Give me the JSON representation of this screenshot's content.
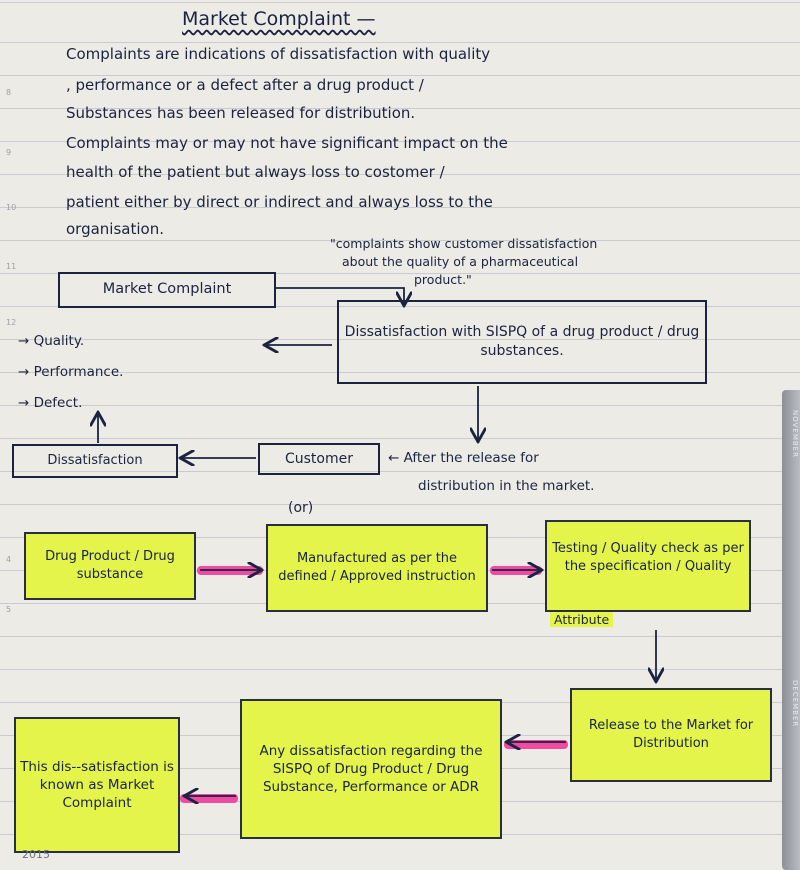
{
  "title": "Market Complaint —",
  "intro_lines": [
    "Complaints are indications of dissatisfaction with quality",
    ", performance or a defect after a drug product /",
    "Substances has been released for distribution.",
    "Complaints may or may not have significant impact on the",
    "health of the patient but always loss to costomer /",
    "patient either by direct or indirect and always loss to the",
    "organisation."
  ],
  "quote_lines": [
    "\"complaints show customer dissatisfaction",
    "about the quality of a pharmaceutical",
    "product.\""
  ],
  "line_numbers": [
    "8",
    "9",
    "10",
    "11",
    "12",
    "4",
    "5"
  ],
  "flow1": {
    "market_complaint": "Market Complaint",
    "dissatisfaction_sispq": "Dissatisfaction with SISPQ of a drug product / drug substances.",
    "attributes": [
      "→ Quality.",
      "→ Performance.",
      "→ Defect."
    ],
    "dissatisfaction": "Dissatisfaction",
    "customer": "Customer",
    "after_release_lines": [
      "← After the release for",
      "distribution in the market."
    ]
  },
  "or_label": "(or)",
  "flow2": {
    "drug_product": "Drug Product / Drug substance",
    "manufactured": "Manufactured as per the defined / Approved instruction",
    "testing": "Testing / Quality check as per the specification / Quality",
    "testing_attribute": "Attribute",
    "release": "Release to the Market for Distribution",
    "any_dissatisfaction": "Any dissatisfaction regarding the SISPQ of Drug Product / Drug Substance, Performance or ADR",
    "known_as": "This dis--satisfaction is known as Market Complaint"
  },
  "tab_labels": [
    "NOVEMBER",
    "DECEMBER"
  ],
  "year": "2015",
  "colors": {
    "highlight": "#e4f44a",
    "pink": "#f04aa3",
    "ink": "#1c2340"
  }
}
